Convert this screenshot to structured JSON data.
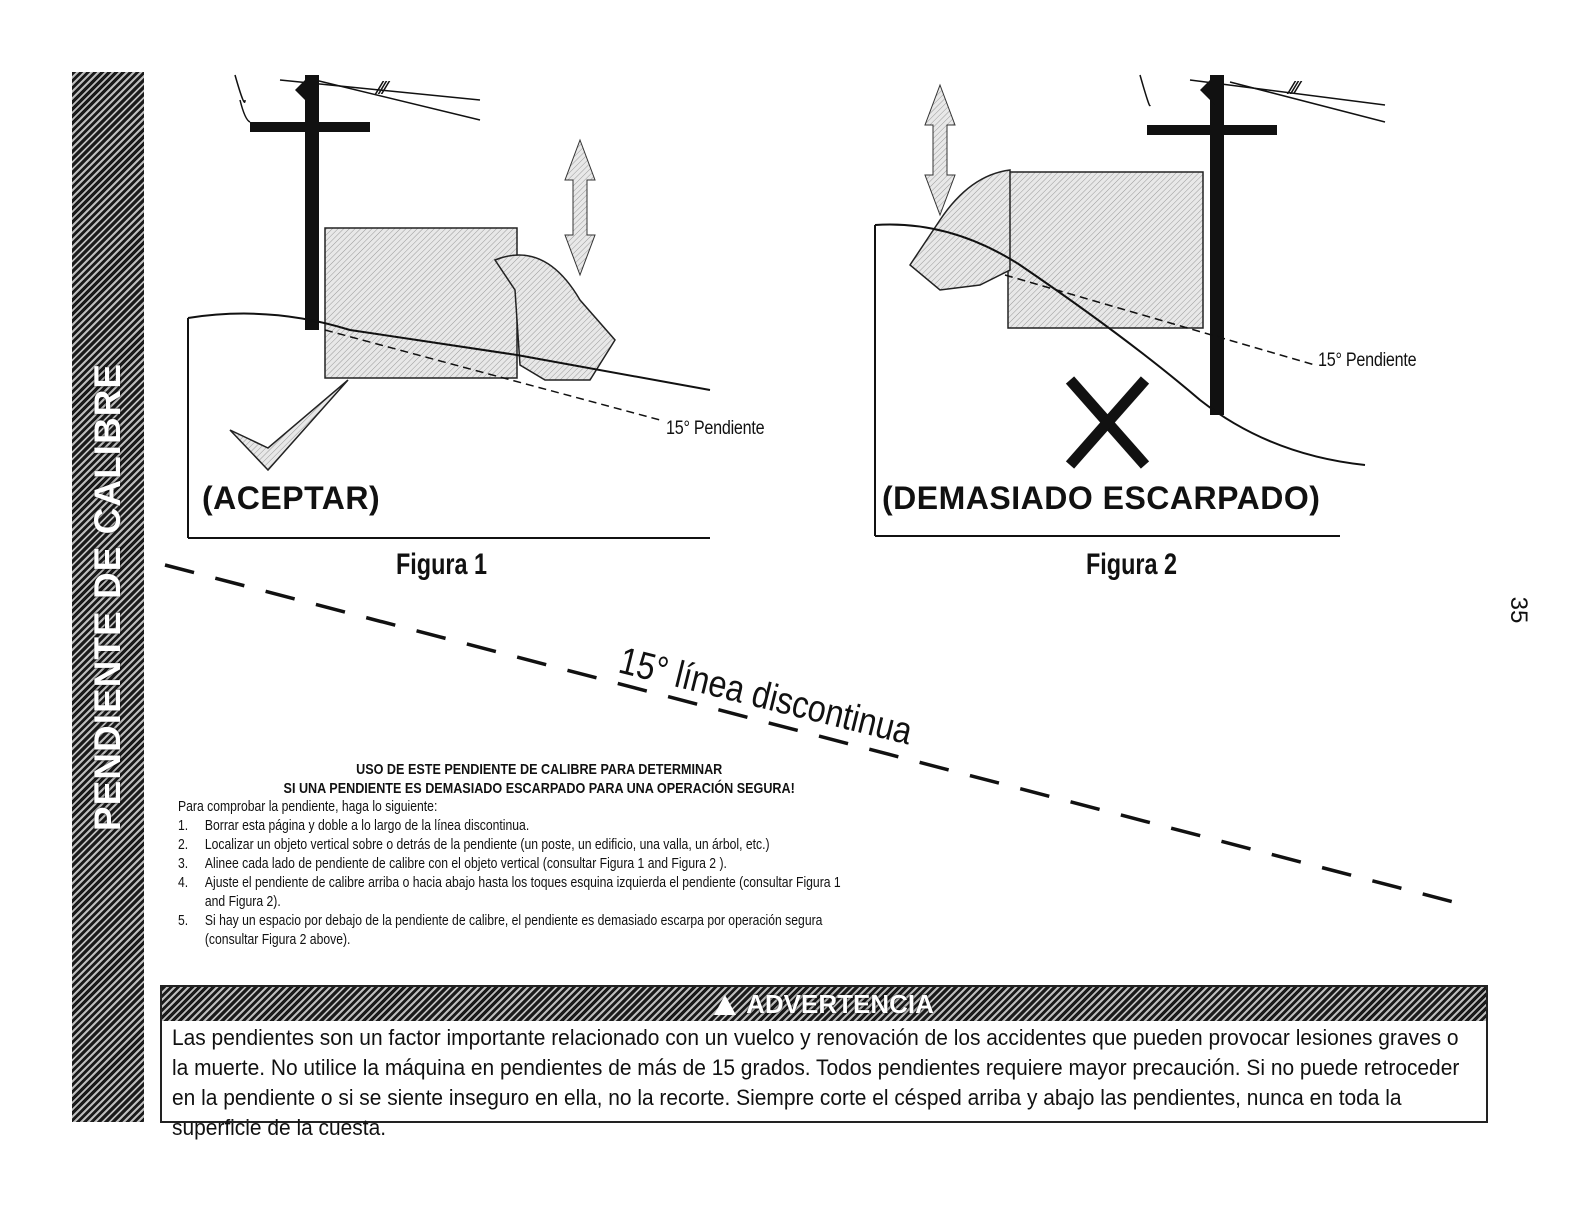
{
  "side_tab": {
    "text": "PENDIENTE DE CALIBRE"
  },
  "page_number": "35",
  "figure1": {
    "verdict": "(ACEPTAR)",
    "slope_label": "15° Pendiente",
    "caption": "Figura 1"
  },
  "figure2": {
    "verdict": "(DEMASIADO ESCARPADO)",
    "slope_label": "15° Pendiente",
    "caption": "Figura 2"
  },
  "dashed_line_label": "15° línea discontinua",
  "instructions": {
    "heading_line1": "USO DE ESTE PENDIENTE DE CALIBRE PARA DETERMINAR",
    "heading_line2": "SI UNA PENDIENTE ES DEMASIADO ESCARPADO PARA UNA OPERACIÓN SEGURA!",
    "intro": "Para comprobar la pendiente, haga lo siguiente:",
    "steps": [
      {
        "num": "1.",
        "text": "Borrar esta página y doble a lo largo de la línea discontinua."
      },
      {
        "num": "2.",
        "text": "Localizar un objeto vertical sobre o detrás de la pendiente (un poste, un edificio, una valla,  un árbol, etc.)"
      },
      {
        "num": "3.",
        "text": "Alinee cada lado de pendiente de calibre con el objeto vertical (consultar Figura 1 and Figura 2 )."
      },
      {
        "num": "4.",
        "text": "Ajuste el pendiente de calibre arriba o hacia abajo hasta los toques esquina izquierda el pendiente (consultar Figura 1 and Figura 2)."
      },
      {
        "num": "5.",
        "text": "Si hay un espacio por debajo de la pendiente de calibre, el pendiente es demasiado escarpa por operación segura (consultar Figura 2 above)."
      }
    ]
  },
  "warning": {
    "title": "ADVERTENCIA",
    "body": "Las pendientes son un factor importante relacionado con un vuelco y renovación de los accidentes que pueden provocar lesiones graves o la muerte. No utilice la máquina en pendientes de más de 15 grados. Todos pendientes requiere mayor precaución. Si no puede retroceder en la pendiente o si se siente inseguro en ella, no la recorte. Siempre corte el césped arriba y abajo las pendientes, nunca en toda la superficie de la cuesta."
  },
  "colors": {
    "text": "#111111",
    "stripe_dark": "#1a1a1a",
    "stripe_light": "#bdbdbd"
  }
}
